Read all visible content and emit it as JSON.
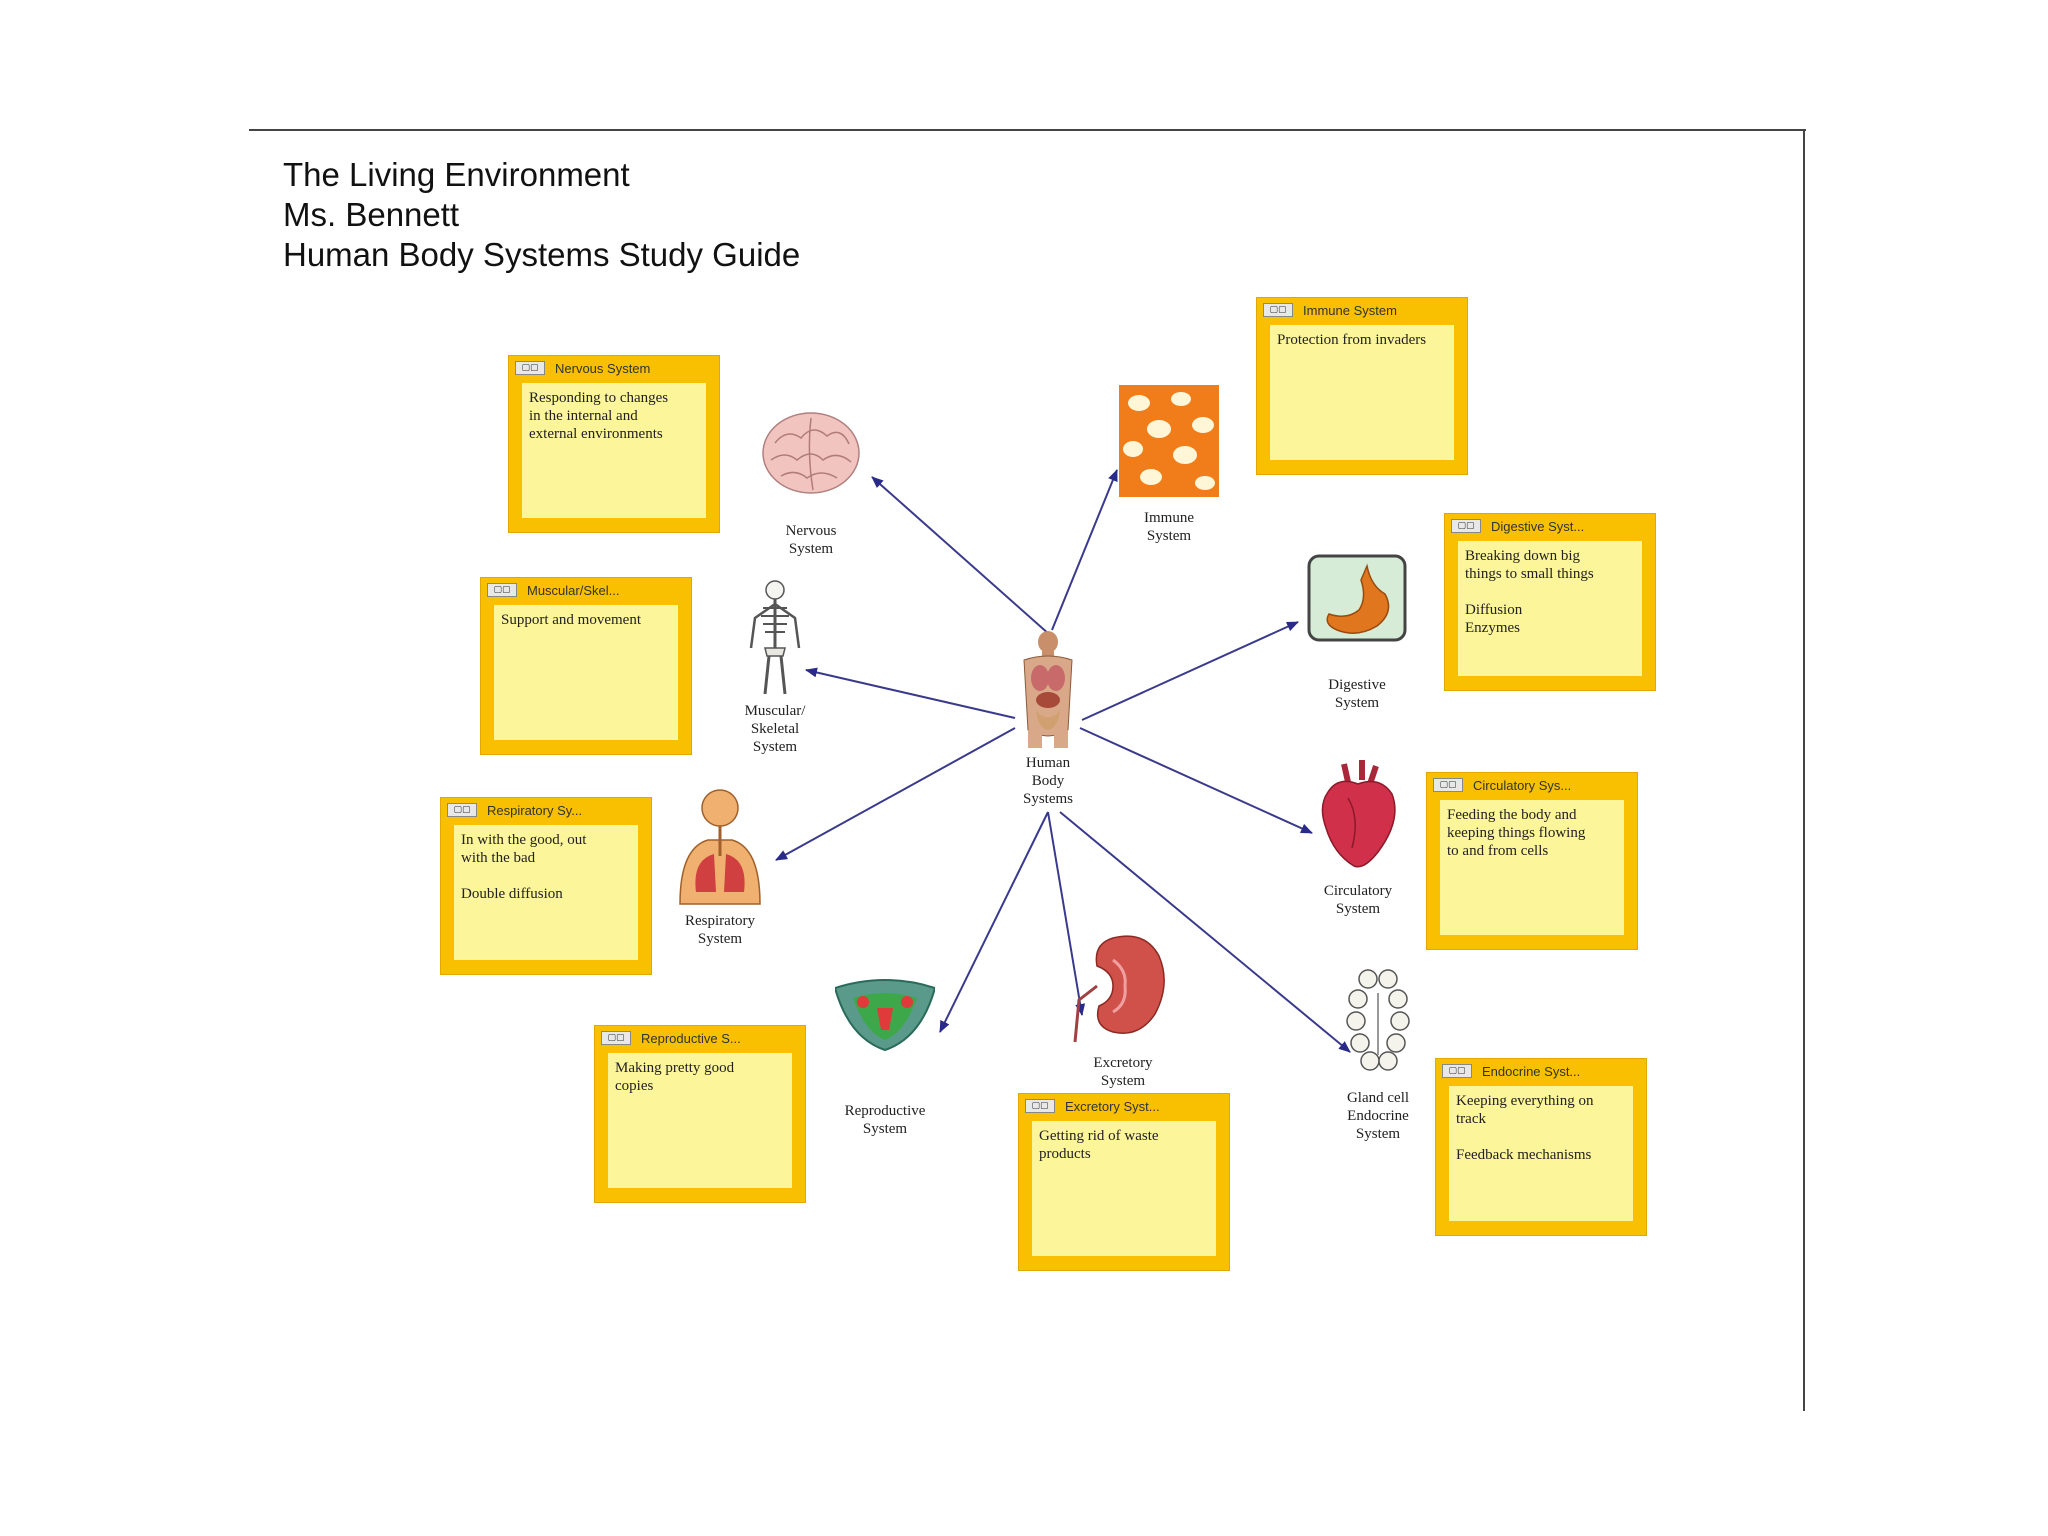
{
  "header": {
    "line1": "The Living Environment",
    "line2": "Ms. Bennett",
    "line3": "Human Body Systems Study Guide"
  },
  "colors": {
    "note_border": "#f8c000",
    "note_body": "#fdf59a",
    "arrow": "#3a3a8c"
  },
  "center": {
    "label": "Human\nBody\nSystems"
  },
  "nodes": {
    "nervous": {
      "label": "Nervous\nSystem",
      "icon": "brain-icon"
    },
    "immune": {
      "label": "Immune\nSystem",
      "icon": "immune-cells-icon"
    },
    "digestive": {
      "label": "Digestive\nSystem",
      "icon": "stomach-icon"
    },
    "muscular": {
      "label": "Muscular/\nSkeletal\nSystem",
      "icon": "skeleton-icon"
    },
    "circulatory": {
      "label": "Circulatory\nSystem",
      "icon": "heart-icon"
    },
    "respiratory": {
      "label": "Respiratory\nSystem",
      "icon": "lungs-icon"
    },
    "reproductive": {
      "label": "Reproductive\nSystem",
      "icon": "reproductive-organ-icon"
    },
    "excretory": {
      "label": "Excretory\nSystem",
      "icon": "kidney-icon"
    },
    "endocrine": {
      "label": "Gland cell\nEndocrine\nSystem",
      "icon": "gland-cells-icon"
    }
  },
  "notes": {
    "nervous": {
      "title": "Nervous System",
      "body": "Responding to changes\nin the internal and\nexternal environments"
    },
    "immune": {
      "title": "Immune System",
      "body": "Protection from invaders"
    },
    "digestive": {
      "title": "Digestive Syst...",
      "body": "Breaking down big\nthings to small things\n\nDiffusion\nEnzymes"
    },
    "muscular": {
      "title": "Muscular/Skel...",
      "body": "Support and movement"
    },
    "circulatory": {
      "title": "Circulatory Sys...",
      "body": "Feeding the body and\nkeeping things flowing\nto and from cells"
    },
    "respiratory": {
      "title": "Respiratory Sy...",
      "body": "In with the good, out\nwith the bad\n\nDouble diffusion"
    },
    "reproductive": {
      "title": "Reproductive S...",
      "body": "Making pretty good\ncopies"
    },
    "excretory": {
      "title": "Excretory Syst...",
      "body": "Getting rid of waste\nproducts"
    },
    "endocrine": {
      "title": "Endocrine Syst...",
      "body": "Keeping everything on\ntrack\n\nFeedback mechanisms"
    }
  }
}
